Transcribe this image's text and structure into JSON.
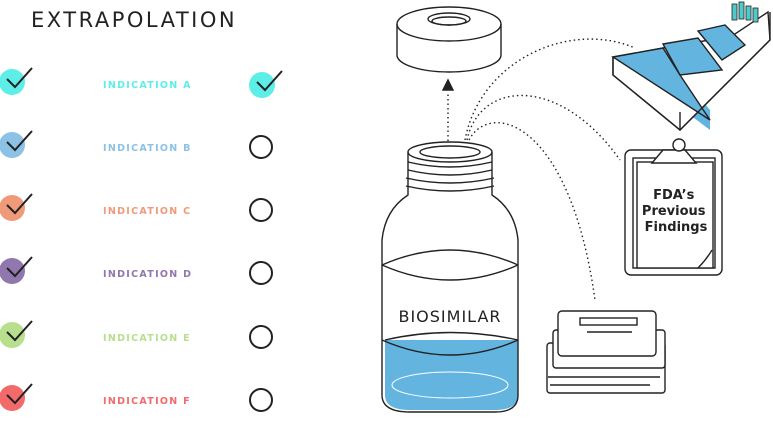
{
  "title": "EXTRAPOLATION",
  "indications": [
    {
      "label": "INDICATION A",
      "color": "#5eeee8",
      "approved": true
    },
    {
      "label": "INDICATION B",
      "color": "#8cc2e6",
      "approved": false
    },
    {
      "label": "INDICATION C",
      "color": "#f09a7a",
      "approved": false
    },
    {
      "label": "INDICATION D",
      "color": "#9077ad",
      "approved": false
    },
    {
      "label": "INDICATION E",
      "color": "#b7df8e",
      "approved": false
    },
    {
      "label": "INDICATION F",
      "color": "#f26a6a",
      "approved": false
    }
  ],
  "bottle_label": "BIOSIMILAR",
  "clipboard": {
    "line1": "FDA’s",
    "line2": "Previous",
    "line3": "Findings"
  },
  "colors": {
    "liquid": "#63b5e0",
    "stairs": "#63b5e0",
    "ink": "#222222"
  }
}
